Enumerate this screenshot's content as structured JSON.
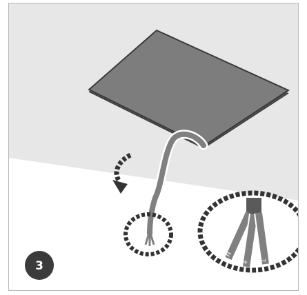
{
  "step": {
    "number": "3"
  },
  "wires": {
    "labels": [
      "N",
      "⏚",
      "L"
    ]
  },
  "colors": {
    "ceiling": "#e7e7e7",
    "floor": "#ffffff",
    "panel_top": "#7d7d7d",
    "panel_edge": "#3a3a3a",
    "cable": "#808080",
    "cable_outline": "#ffffff",
    "dash": "#333333",
    "badge": "#3b3b3b",
    "frame": "#b8b8b8"
  },
  "icons": {
    "arrow": "curved-rotate-arrow-icon",
    "badge": "step-number-badge"
  }
}
